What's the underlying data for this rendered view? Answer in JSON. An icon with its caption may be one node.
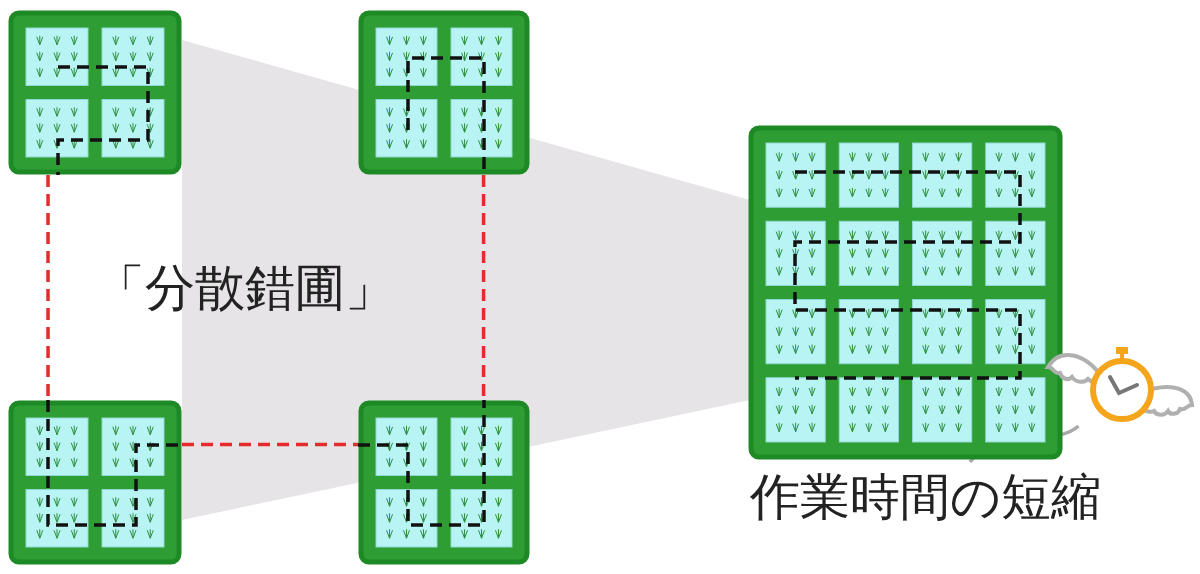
{
  "diagram": {
    "nodes": [
      {
        "text": [],
        "shape": "picture"
      },
      {
        "text": [],
        "shape": "picture"
      },
      {
        "text": [],
        "shape": "picture"
      },
      {
        "text": [],
        "shape": "picture"
      },
      {
        "text": [],
        "shape": "picture"
      },
      {
        "text": [],
        "shape": "picture"
      },
      {
        "text": [
          "作業時間の短縮"
        ]
      }
    ],
    "edges": [
      {
        "from": 0,
        "to": 2,
        "arrow": "none",
        "style": "dashed"
      },
      {
        "from": 2,
        "to": 3,
        "arrow": "none",
        "style": "dashed"
      },
      {
        "from": 1,
        "to": 3,
        "arrow": "none",
        "style": "dashed"
      },
      {
        "from": 6,
        "to": 5,
        "arrow": "none",
        "color": "#aaaaaa"
      }
    ],
    "labels": [
      "「分散錯圃」"
    ]
  }
}
